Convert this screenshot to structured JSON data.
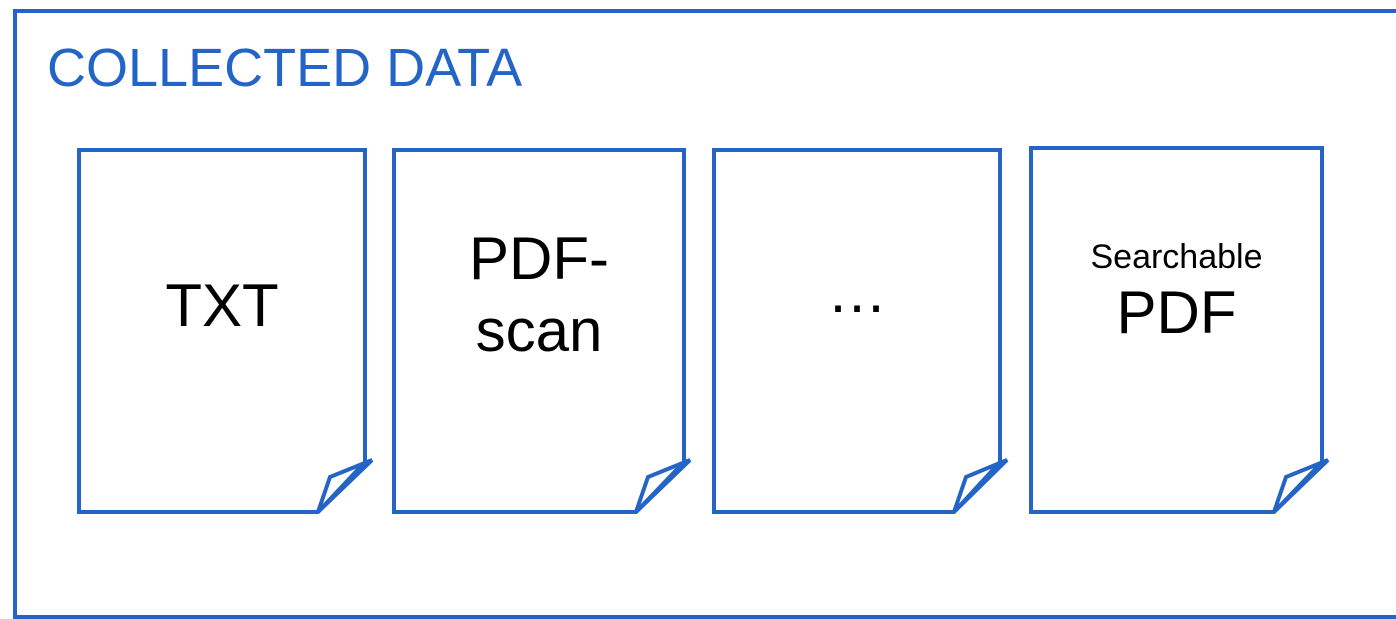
{
  "title": "COLLECTED DATA",
  "accent_color": "#2564c7",
  "documents": [
    {
      "lines": [
        "TXT"
      ],
      "icon": "document-icon"
    },
    {
      "lines": [
        "PDF-",
        "scan"
      ],
      "icon": "document-icon"
    },
    {
      "lines": [
        "…"
      ],
      "icon": "document-icon"
    },
    {
      "lines": [
        "Searchable",
        "PDF"
      ],
      "icon": "document-icon"
    }
  ]
}
